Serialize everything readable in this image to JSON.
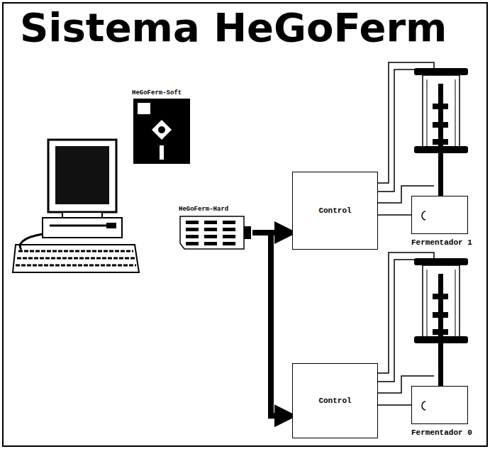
{
  "diagram": {
    "title": "Sistema HeGoFerm",
    "nodes": [
      {
        "text": [
          "HeGoFerm-Soft"
        ]
      },
      {
        "text": [
          "HeGoFerm-Hard"
        ]
      },
      {
        "text": [
          "Control"
        ]
      },
      {
        "text": [
          "Fermentador 1"
        ]
      },
      {
        "text": [
          "Control"
        ]
      },
      {
        "text": [
          "Fermentador 0"
        ]
      }
    ],
    "edges": [
      {
        "from": 1,
        "to": 2,
        "arrow": "to"
      },
      {
        "from": 1,
        "to": 4,
        "arrow": "to"
      },
      {
        "from": 2,
        "to": 3,
        "arrow": "none"
      },
      {
        "from": 4,
        "to": 5,
        "arrow": "none"
      }
    ]
  }
}
